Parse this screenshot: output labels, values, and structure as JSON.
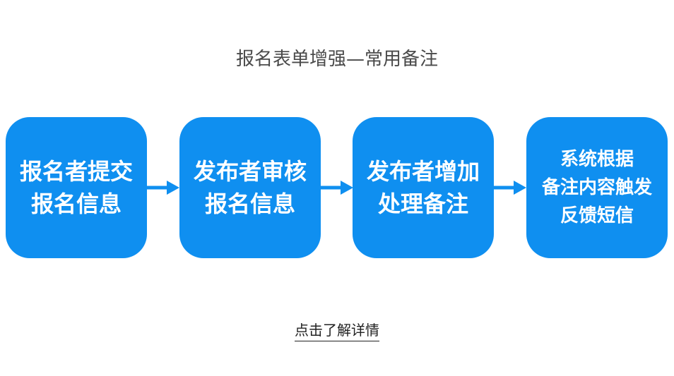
{
  "title": "报名表单增强—常用备注",
  "steps": [
    {
      "lines": [
        "报名者提交",
        "报名信息"
      ]
    },
    {
      "lines": [
        "发布者审核",
        "报名信息"
      ]
    },
    {
      "lines": [
        "发布者增加",
        "处理备注"
      ]
    },
    {
      "lines": [
        "系统根据",
        "备注内容触发",
        "反馈短信"
      ]
    }
  ],
  "link": {
    "label": "点击了解详情"
  },
  "colors": {
    "step_fill": "#0f8ff0",
    "arrow": "#0f8ff0",
    "title": "#4a4a4a"
  }
}
